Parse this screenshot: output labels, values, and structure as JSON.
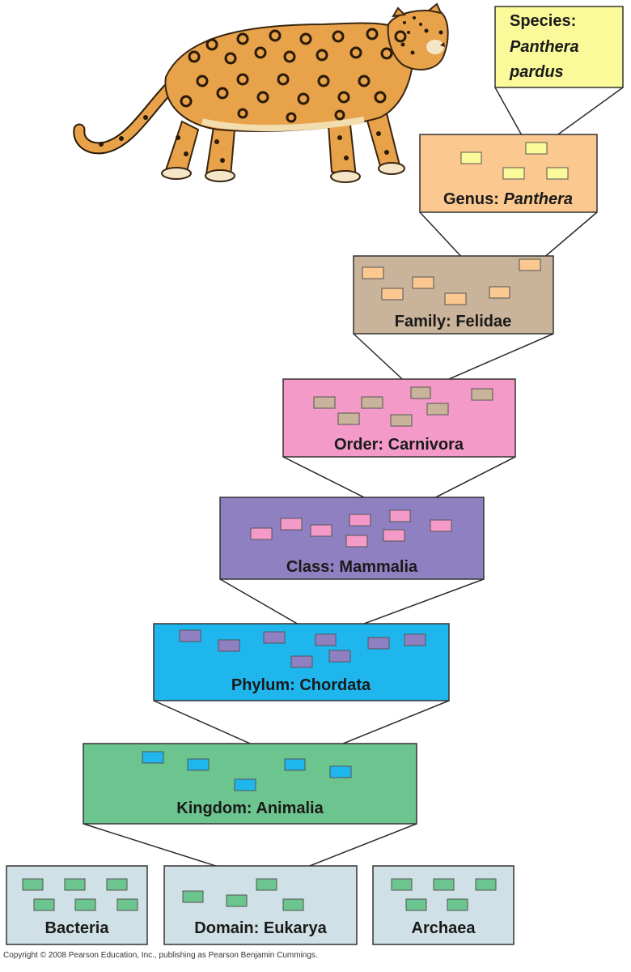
{
  "taxonomy": {
    "species": {
      "prefix": "Species:",
      "line1": "Panthera",
      "line2": "pardus",
      "color": "#fafa9a"
    },
    "genus": {
      "prefix": "Genus:",
      "name": "Panthera",
      "color": "#fbc890"
    },
    "family": {
      "label": "Family: Felidae",
      "color": "#c9b39a"
    },
    "order": {
      "label": "Order: Carnivora",
      "color": "#f49ac8"
    },
    "class": {
      "label": "Class: Mammalia",
      "color": "#8f80c2"
    },
    "phylum": {
      "label": "Phylum: Chordata",
      "color": "#1fb6ee"
    },
    "kingdom": {
      "label": "Kingdom: Animalia",
      "color": "#6cc48e"
    },
    "domains": {
      "bacteria": {
        "label": "Bacteria",
        "color": "#cfe0e6"
      },
      "eukarya": {
        "label": "Domain: Eukarya",
        "color": "#cfe0e6"
      },
      "archaea": {
        "label": "Archaea",
        "color": "#cfe0e6"
      }
    }
  },
  "copyright": "Copyright © 2008 Pearson Education, Inc., publishing as Pearson Benjamin Cummings.",
  "icons": {
    "animal": "leopard-illustration"
  }
}
